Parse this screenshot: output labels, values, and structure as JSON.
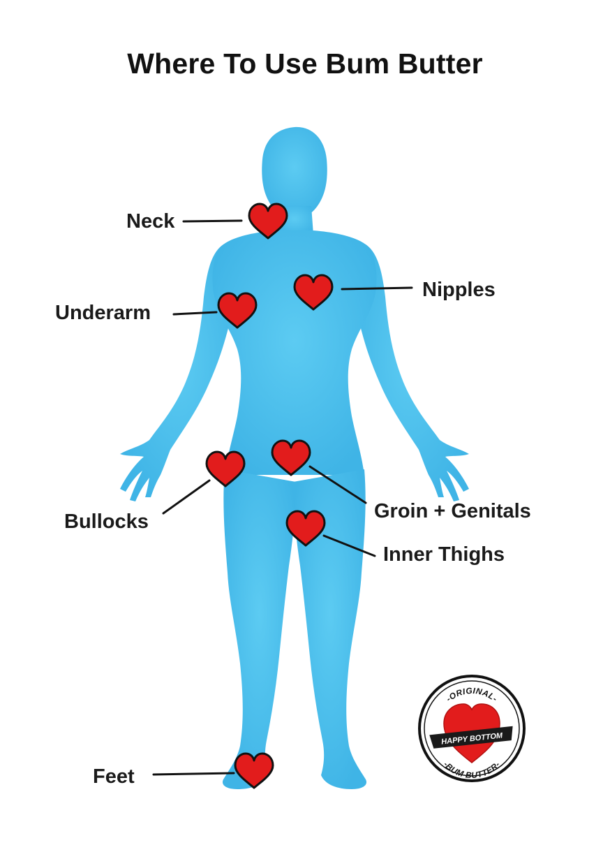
{
  "title": "Where To Use Bum Butter",
  "colors": {
    "body": "#4fc1ec",
    "heart_fill": "#e21c1c",
    "heart_outline": "#111111",
    "leader_line": "#111111"
  },
  "labels": {
    "neck": "Neck",
    "nipples": "Nipples",
    "underarm": "Underarm",
    "bullocks": "Bullocks",
    "groin": "Groin + Genitals",
    "inner_thighs": "Inner Thighs",
    "feet": "Feet"
  },
  "logo": {
    "top_text": "-ORIGINAL-",
    "band_text": "HAPPY BOTTOM",
    "bottom_text": "-BUM BUTTER-"
  }
}
